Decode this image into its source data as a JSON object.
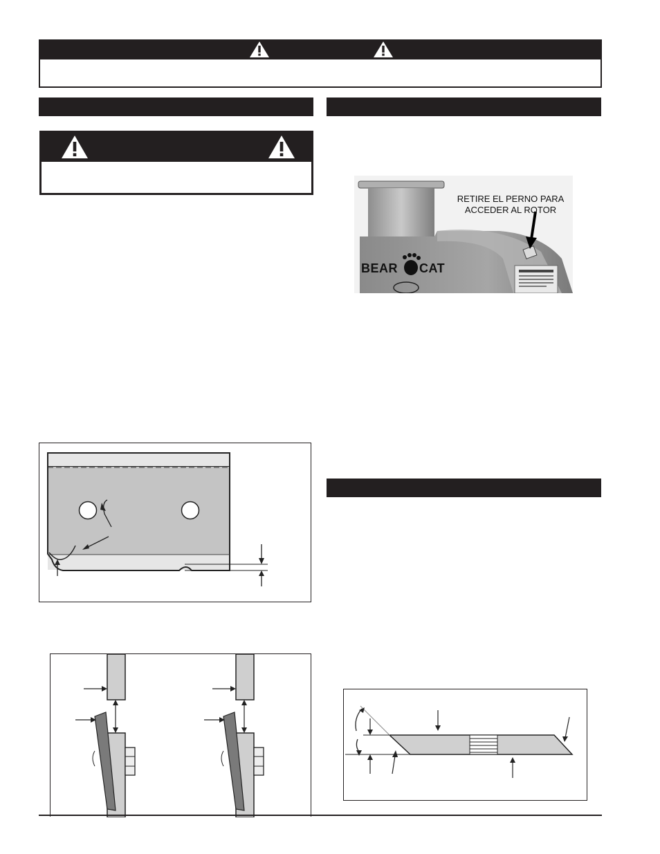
{
  "photo": {
    "callout_line1": "RETIRE EL PERNO PARA",
    "callout_line2": "ACCEDER AL ROTOR",
    "logo_left": "BEAR",
    "logo_right": "CAT"
  },
  "icons": {
    "top_warning": [
      "warning-triangle-icon",
      "warning-triangle-icon"
    ],
    "left_warning": [
      "warning-triangle-icon",
      "warning-triangle-icon"
    ]
  },
  "colors": {
    "bar": "#231f20",
    "blade_fill": "#c8c8c8",
    "photo_body": "#9a9a9a"
  }
}
